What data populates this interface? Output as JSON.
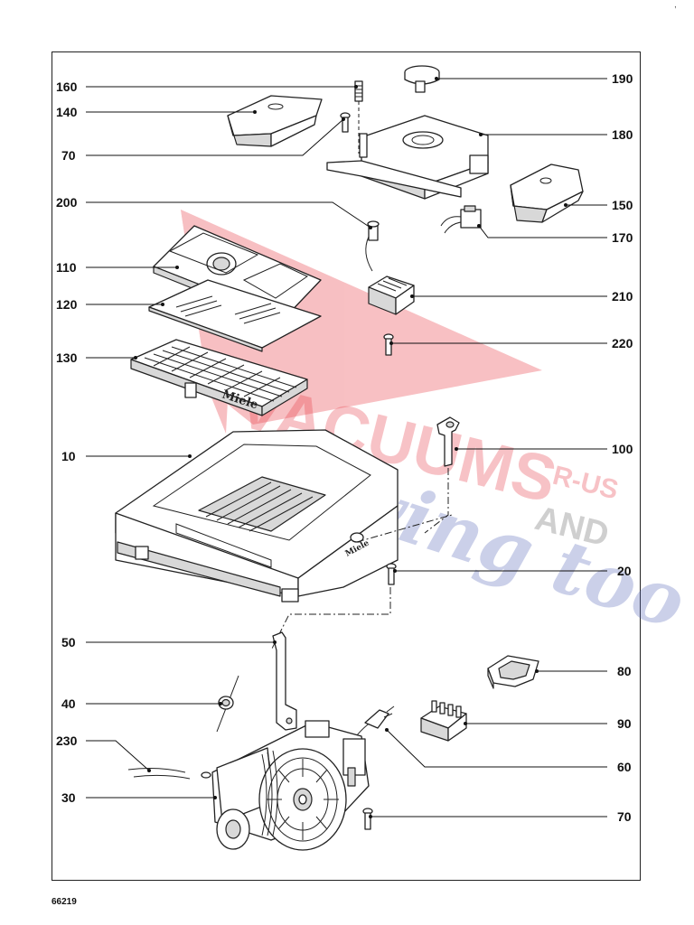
{
  "document_number": "66219",
  "corner_mark": ",",
  "watermark": {
    "line1": "VACUUMS",
    "line2": "R-US",
    "line3": "AND",
    "line4": "Sewing too",
    "color_red": "#e83a45",
    "color_blue": "#5566b8",
    "color_gray": "#8a8a8a"
  },
  "product_brand_marks": {
    "filter_logo": "Miele",
    "housing_logo": "Miele"
  },
  "part_labels": {
    "p160": "160",
    "p140": "140",
    "p70a": "70",
    "p200": "200",
    "p110": "110",
    "p120": "120",
    "p130": "130",
    "p10": "10",
    "p50": "50",
    "p40": "40",
    "p230": "230",
    "p30": "30",
    "p190": "190",
    "p180": "180",
    "p150": "150",
    "p170": "170",
    "p210": "210",
    "p220": "220",
    "p100": "100",
    "p20": "20",
    "p80": "80",
    "p90": "90",
    "p60": "60",
    "p70b": "70"
  }
}
